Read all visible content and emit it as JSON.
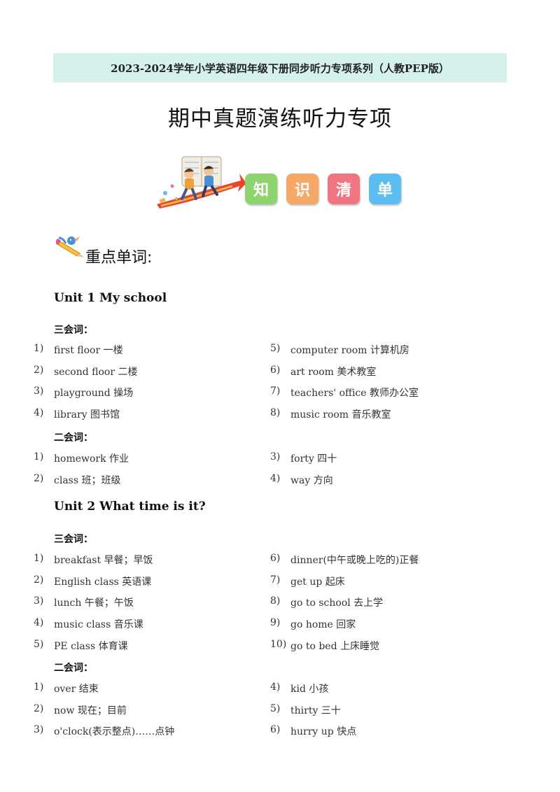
{
  "banner": "2023-2024学年小学英语四年级下册同步听力专项系列（人教PEP版）",
  "title": "期中真题演练听力专项",
  "tiles": [
    {
      "char": "知",
      "color": "#8fd36e"
    },
    {
      "char": "识",
      "color": "#f5a867"
    },
    {
      "char": "清",
      "color": "#f07583"
    },
    {
      "char": "单",
      "color": "#5cbdf0"
    }
  ],
  "section_heading": "重点单词:",
  "units": [
    {
      "title": "Unit 1 My school",
      "groups": [
        {
          "label": "三会词：",
          "left": [
            {
              "num": "1)",
              "text": "first floor 一楼"
            },
            {
              "num": "2)",
              "text": "second floor 二楼"
            },
            {
              "num": "3)",
              "text": "playground 操场"
            },
            {
              "num": "4)",
              "text": "library 图书馆"
            }
          ],
          "right": [
            {
              "num": "5)",
              "text": "computer room 计算机房"
            },
            {
              "num": "6)",
              "text": "art room 美术教室"
            },
            {
              "num": "7)",
              "text": "teachers'  office 教师办公室"
            },
            {
              "num": "8)",
              "text": "music room 音乐教室"
            }
          ]
        },
        {
          "label": "二会词：",
          "left": [
            {
              "num": "1)",
              "text": "homework 作业"
            },
            {
              "num": "2)",
              "text": "class 班；班级"
            }
          ],
          "right": [
            {
              "num": "3)",
              "text": "forty 四十"
            },
            {
              "num": "4)",
              "text": "way 方向"
            }
          ]
        }
      ]
    },
    {
      "title": "Unit  2  What  time  is  it?",
      "groups": [
        {
          "label": "三会词：",
          "left": [
            {
              "num": "1)",
              "text": "breakfast 早餐；早饭"
            },
            {
              "num": "2)",
              "text": "English class 英语课"
            },
            {
              "num": "3)",
              "text": "lunch 午餐；午饭"
            },
            {
              "num": "4)",
              "text": "music class 音乐课"
            },
            {
              "num": "5)",
              "text": "PE class 体育课"
            }
          ],
          "right": [
            {
              "num": "6)",
              "text": "dinner(中午或晚上吃的)正餐"
            },
            {
              "num": "7)",
              "text": "get up 起床"
            },
            {
              "num": "8)",
              "text": "go to school 去上学"
            },
            {
              "num": "9)",
              "text": "go home 回家"
            },
            {
              "num": "10)",
              "text": "go to bed 上床睡觉"
            }
          ]
        },
        {
          "label": "二会词：",
          "left": [
            {
              "num": "1)",
              "text": "over 结束"
            },
            {
              "num": "2)",
              "text": "now 现在；目前"
            },
            {
              "num": "3)",
              "text": "o'clock(表示整点)……点钟"
            }
          ],
          "right": [
            {
              "num": "4)",
              "text": "kid 小孩"
            },
            {
              "num": "5)",
              "text": "thirty 三十"
            },
            {
              "num": "6)",
              "text": "hurry up 快点"
            }
          ]
        }
      ]
    }
  ]
}
